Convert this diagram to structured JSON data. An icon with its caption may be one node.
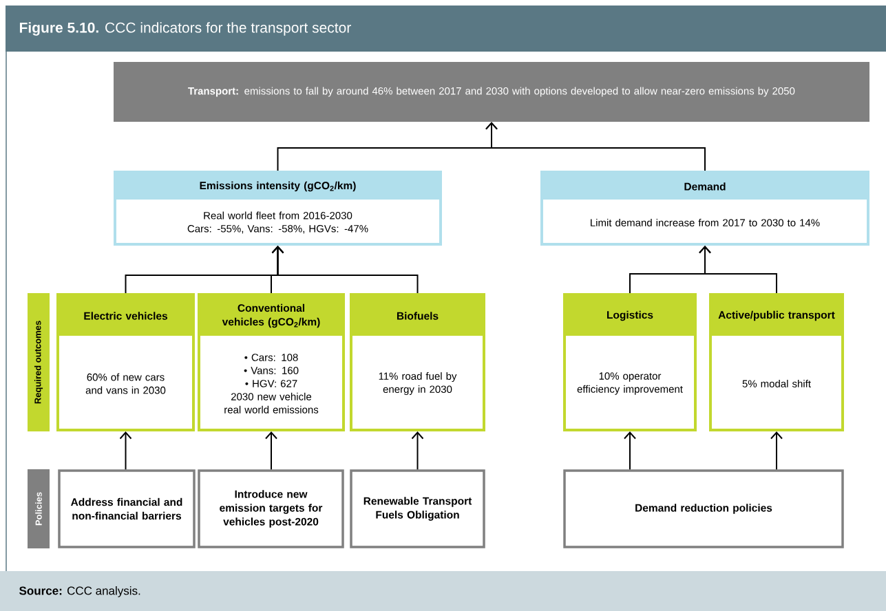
{
  "diagram": {
    "title": "**Figure 5.10.** CCC indicators for the transport sector",
    "caption": "**Source:** CCC analysis.",
    "nodes": [
      {
        "text": [
          "**Transport:** emissions to fall by around 46% between 2017 and 2030 with options developed to allow near-zero emissions by 2050"
        ]
      },
      {
        "text": [
          "Emissions intensity (gCO$_{2}$/km)",
          "Real world fleet from 2016-2030",
          "Cars: -55%, Vans: -58%, HGVs: -47%"
        ]
      },
      {
        "text": [
          "Demand",
          "Limit demand increase from 2017 to 2030 to 14%"
        ]
      },
      {
        "text": [
          "Required outcomes"
        ]
      },
      {
        "text": [
          "Electric vehicles",
          "60% of new cars and vans in 2030"
        ]
      },
      {
        "text": [
          "Conventional vehicles (gCO$_{2}$/km)",
          "• Cars: 108",
          "• Vans: 160",
          "• HGV: 627",
          "2030 new vehicle real world emissions"
        ]
      },
      {
        "text": [
          "Biofuels",
          "11% road fuel by energy in 2030"
        ]
      },
      {
        "text": [
          "Logistics",
          "10% operator efficiency improvement"
        ]
      },
      {
        "text": [
          "Active/public transport",
          "5% modal shift"
        ]
      },
      {
        "text": [
          "Policies"
        ]
      },
      {
        "text": [
          "Address financial and non-financial barriers"
        ]
      },
      {
        "text": [
          "Introduce new emission targets for vehicles post-2020"
        ]
      },
      {
        "text": [
          "Renewable Transport Fuels Obligation"
        ]
      },
      {
        "text": [
          "Demand reduction policies"
        ]
      }
    ],
    "edges": [
      {
        "from": 1,
        "to": 0,
        "arrow": "to"
      },
      {
        "from": 2,
        "to": 0,
        "arrow": "to"
      },
      {
        "from": 4,
        "to": 1,
        "arrow": "to"
      },
      {
        "from": 5,
        "to": 1,
        "arrow": "to"
      },
      {
        "from": 6,
        "to": 1,
        "arrow": "to"
      },
      {
        "from": 7,
        "to": 2,
        "arrow": "to"
      },
      {
        "from": 8,
        "to": 2,
        "arrow": "to"
      },
      {
        "from": 10,
        "to": 4,
        "arrow": "to"
      },
      {
        "from": 11,
        "to": 5,
        "arrow": "to"
      },
      {
        "from": 12,
        "to": 6,
        "arrow": "to"
      },
      {
        "from": 13,
        "to": 7,
        "arrow": "to"
      },
      {
        "from": 13,
        "to": 8,
        "arrow": "to"
      }
    ]
  }
}
